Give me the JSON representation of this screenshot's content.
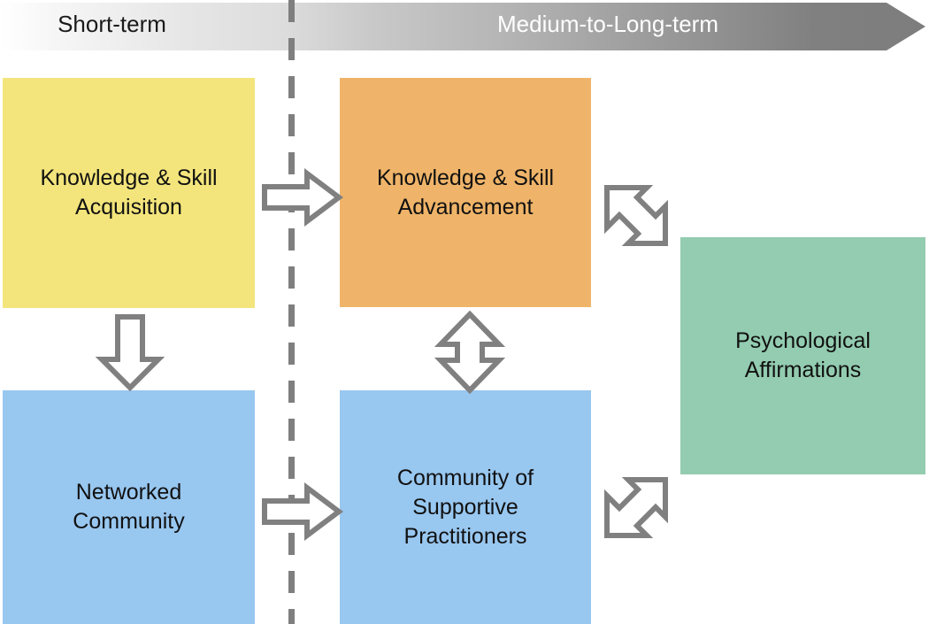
{
  "diagram": {
    "title_banner": {
      "name": "timeline-banner",
      "left_label": "Short-term",
      "right_label": "Medium-to-Long-term",
      "left_label_color": "#1a1a1a",
      "right_label_color": "#ffffff",
      "gradient_from": "#ffffff",
      "gradient_to": "#7d7d7d",
      "shape": "right-pointing-pentagon-arrow"
    },
    "divider": {
      "name": "phase-divider",
      "style": "dashed-vertical",
      "color": "#7f7f7f"
    },
    "boxes": [
      {
        "id": "knowledge-skill-acquisition",
        "label": "Knowledge & Skill Acquisition",
        "line1": "Knowledge & Skill",
        "line2": "Acquisition",
        "color": "#F3E57C",
        "phase": "Short-term"
      },
      {
        "id": "knowledge-skill-advancement",
        "label": "Knowledge & Skill Advancement",
        "line1": "Knowledge & Skill",
        "line2": "Advancement",
        "color": "#EFB469",
        "phase": "Medium-to-Long-term"
      },
      {
        "id": "networked-community",
        "label": "Networked Community",
        "line1": "Networked",
        "line2": "Community",
        "color": "#98C7F0",
        "phase": "Short-term"
      },
      {
        "id": "community-of-supportive-practitioners",
        "label": "Community of Supportive Practitioners",
        "line1": "Community of",
        "line2": "Supportive",
        "line3": "Practitioners",
        "color": "#98C7F0",
        "phase": "Medium-to-Long-term"
      },
      {
        "id": "psychological-affirmations",
        "label": "Psychological Affirmations",
        "line1": "Psychological",
        "line2": "Affirmations",
        "color": "#93CCB0",
        "phase": "Medium-to-Long-term"
      }
    ],
    "connectors": [
      {
        "id": "acquisition-to-advancement",
        "icon": "arrow-right-icon",
        "direction": "right",
        "from": "knowledge-skill-acquisition",
        "to": "knowledge-skill-advancement",
        "color": "#808080"
      },
      {
        "id": "acquisition-to-networked-community",
        "icon": "arrow-down-icon",
        "direction": "down",
        "from": "knowledge-skill-acquisition",
        "to": "networked-community",
        "color": "#808080"
      },
      {
        "id": "networked-to-supportive-practitioners",
        "icon": "arrow-right-icon",
        "direction": "right",
        "from": "networked-community",
        "to": "community-of-supportive-practitioners",
        "color": "#808080"
      },
      {
        "id": "advancement-and-practitioners",
        "icon": "arrow-up-down-icon",
        "direction": "bidirectional-vertical",
        "from": "knowledge-skill-advancement",
        "to": "community-of-supportive-practitioners",
        "color": "#808080"
      },
      {
        "id": "advancement-and-psychological-affirmations",
        "icon": "bent-double-arrow-icon",
        "direction": "bidirectional-diagonal",
        "from": "knowledge-skill-advancement",
        "to": "psychological-affirmations",
        "color": "#808080"
      },
      {
        "id": "practitioners-and-psychological-affirmations",
        "icon": "bent-double-arrow-icon",
        "direction": "bidirectional-diagonal",
        "from": "community-of-supportive-practitioners",
        "to": "psychological-affirmations",
        "color": "#808080"
      }
    ]
  }
}
